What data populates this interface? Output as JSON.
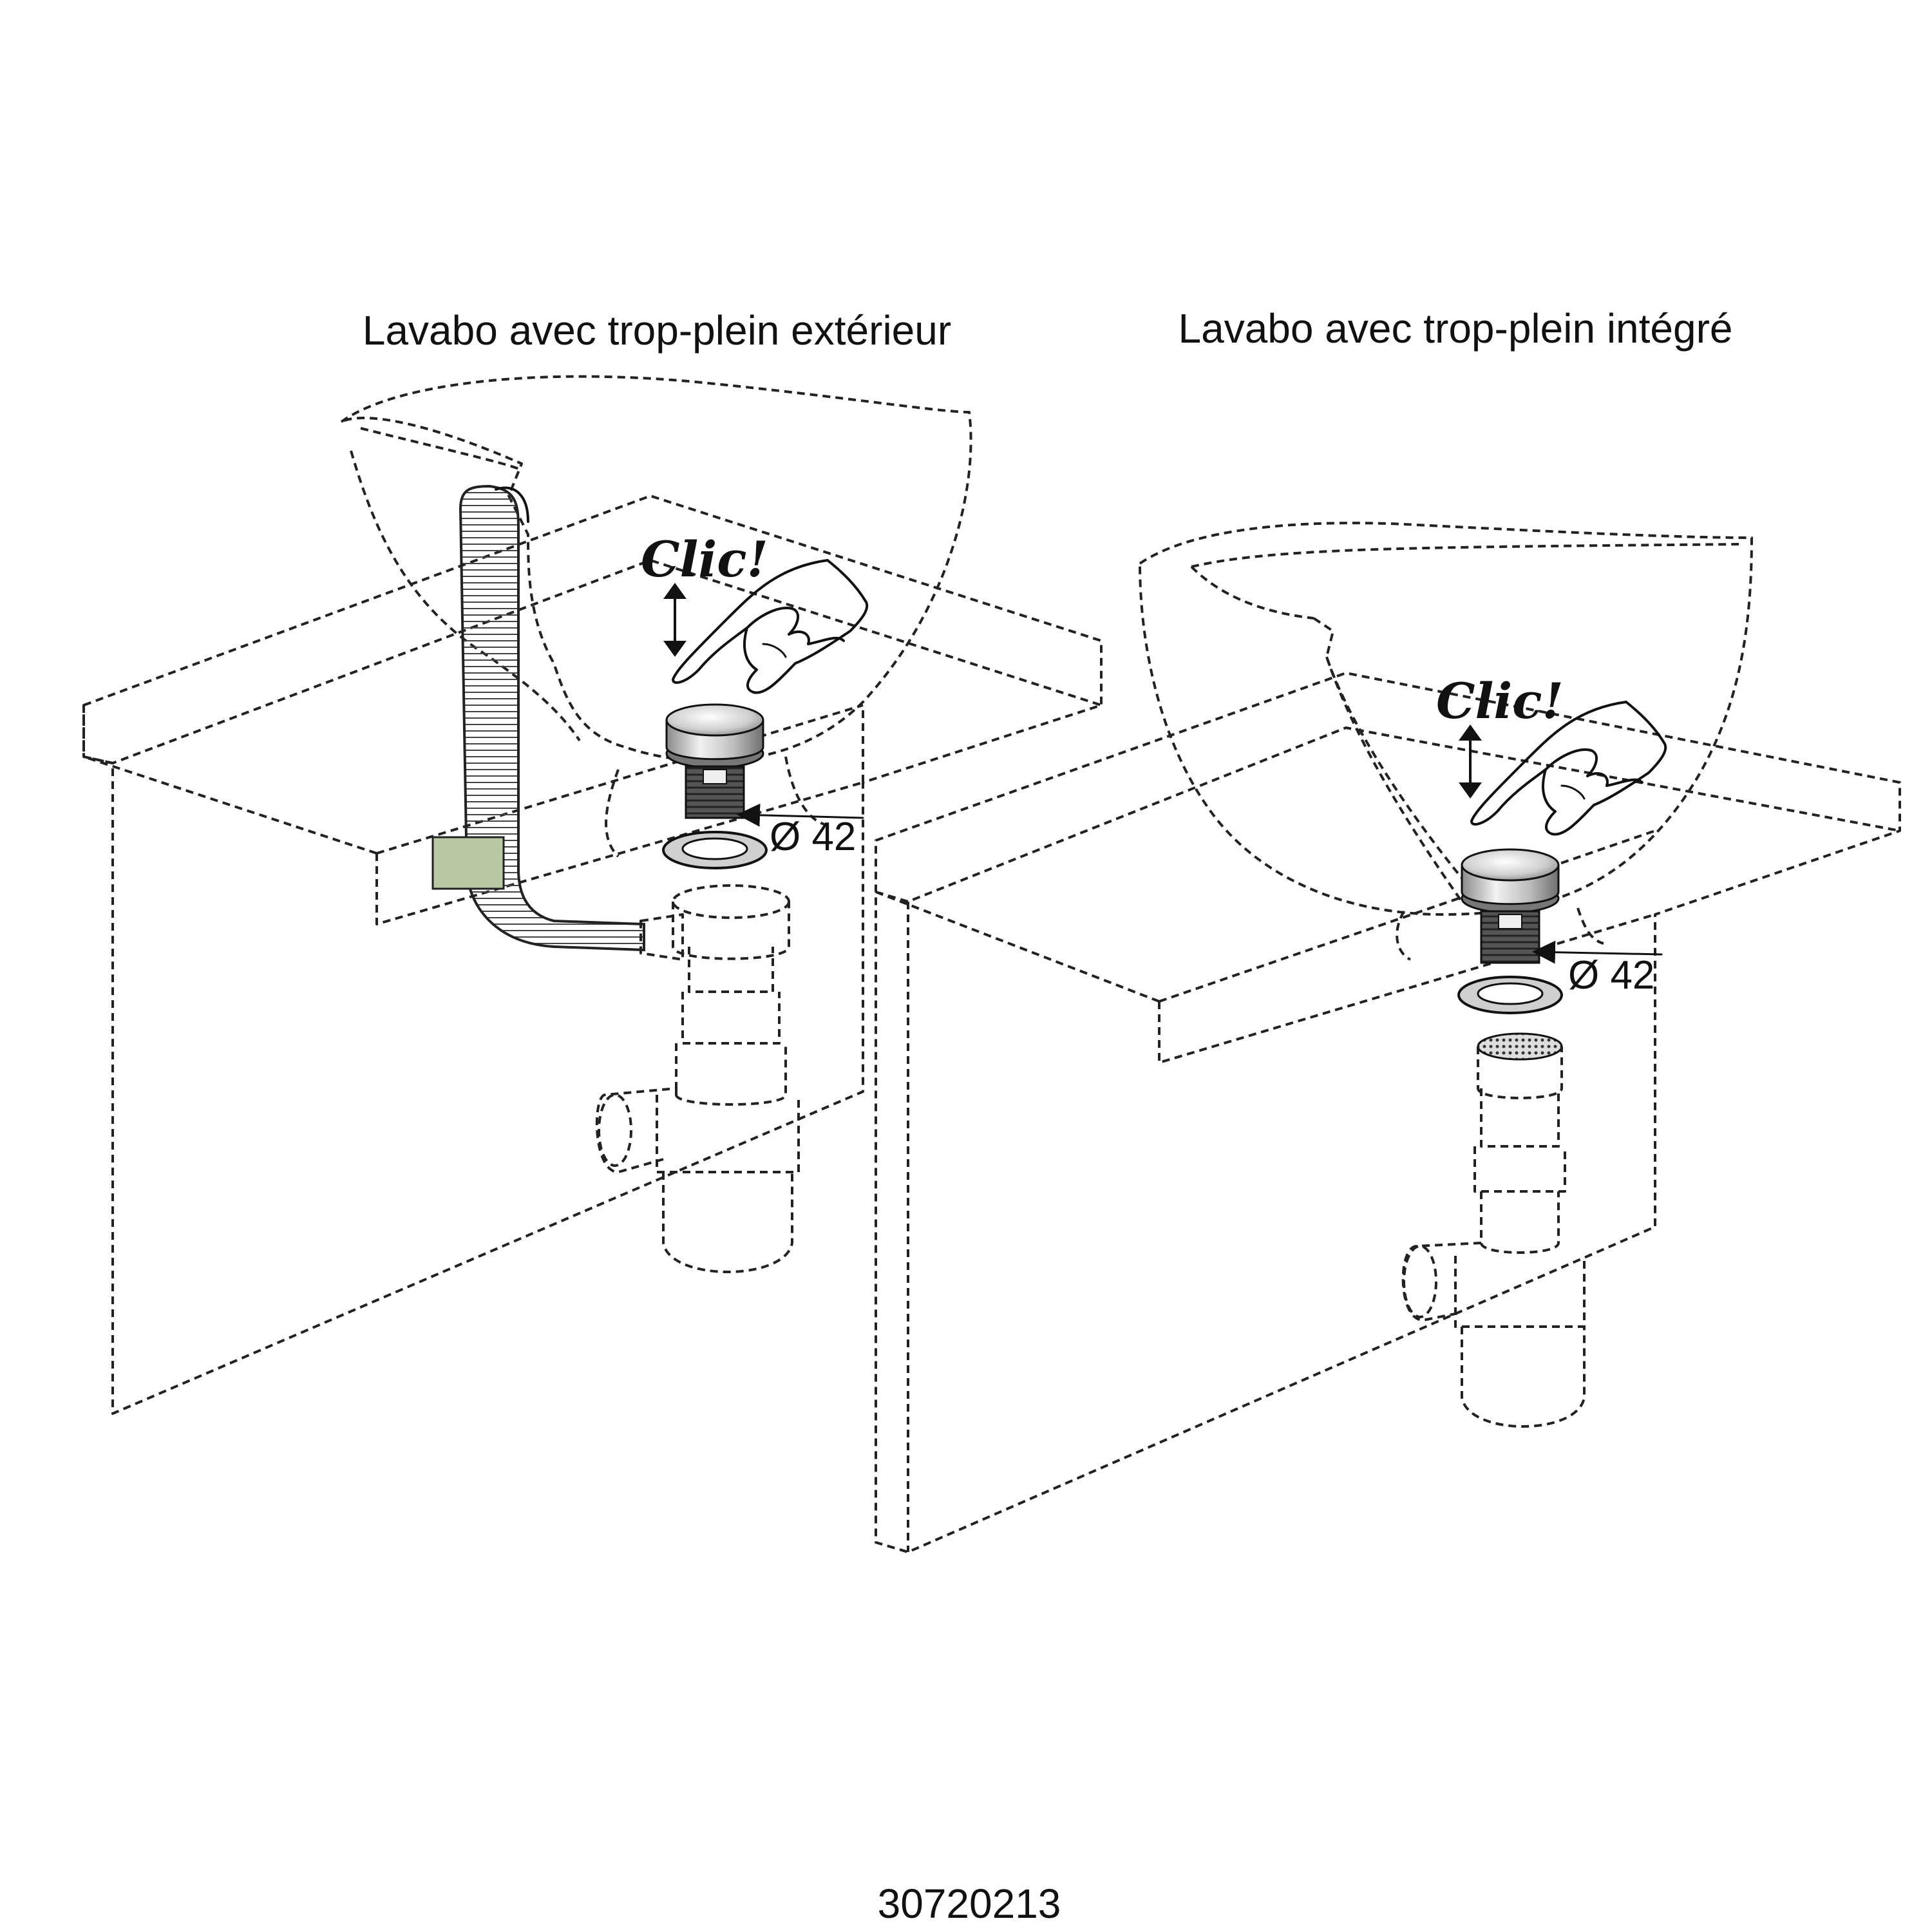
{
  "title_left": "Lavabo avec trop-plein extérieur",
  "title_right": "Lavabo avec trop-plein intégré",
  "click_label_left": "Clic!",
  "click_label_right": "Clic!",
  "diameter_left": "Ø 42",
  "diameter_right": "Ø 42",
  "reference_number": "30720213",
  "colors": {
    "line": "#222222",
    "chrome_light": "#e8e8e8",
    "chrome_dark": "#7a7a7a",
    "hose_sleeve": "#b9c9a4"
  }
}
